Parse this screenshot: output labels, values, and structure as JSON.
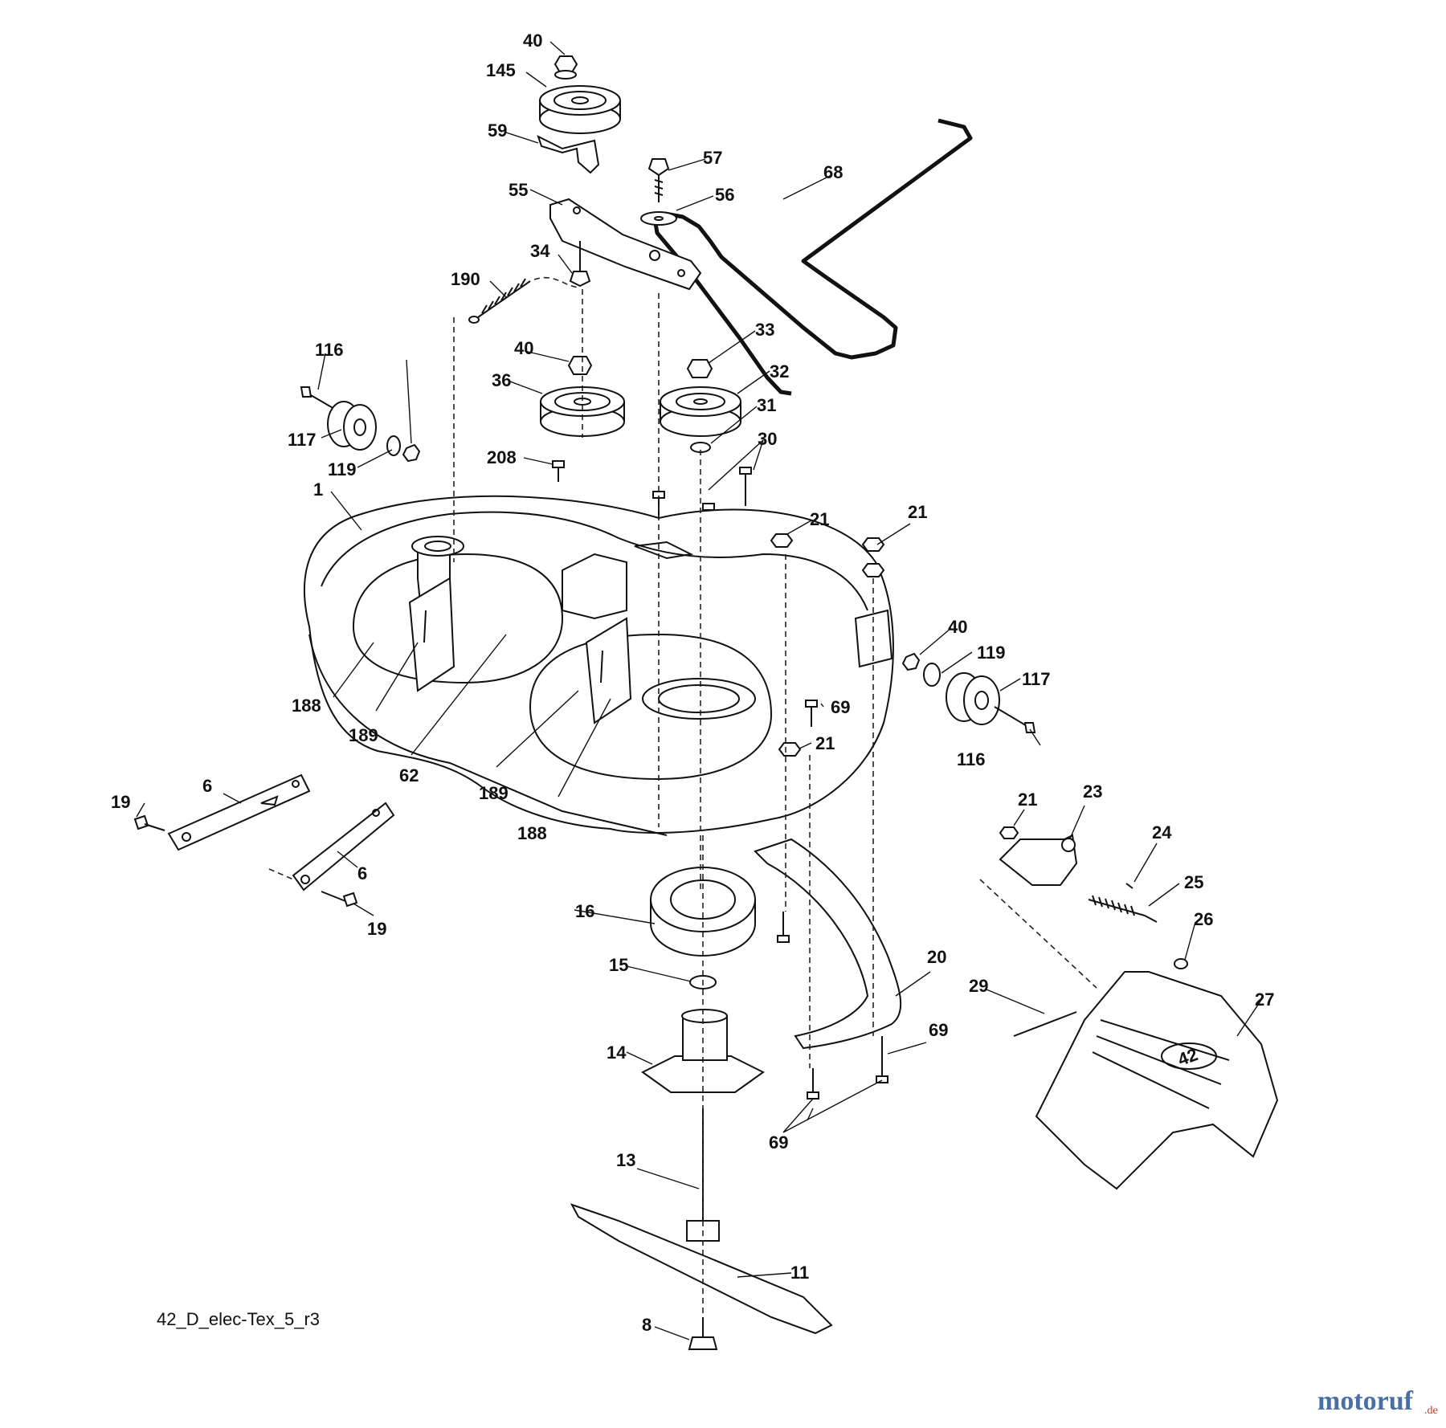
{
  "diagram_code": "42_D_elec-Tex_5_r3",
  "watermark": {
    "main": "motoruf",
    "suffix": ".de"
  },
  "colors": {
    "line": "#111111",
    "brand_red": "#c0392b",
    "brand_blue": "#4a6fa5"
  },
  "callouts": [
    "40",
    "145",
    "59",
    "57",
    "56",
    "68",
    "55",
    "34",
    "190",
    "33",
    "32",
    "31",
    "30",
    "116",
    "40",
    "36",
    "117",
    "119",
    "208",
    "1",
    "21",
    "21",
    "40",
    "119",
    "117",
    "188",
    "189",
    "62",
    "189",
    "188",
    "69",
    "21",
    "116",
    "6",
    "19",
    "6",
    "19",
    "21",
    "23",
    "24",
    "25",
    "26",
    "16",
    "15",
    "20",
    "29",
    "27",
    "69",
    "14",
    "69",
    "13",
    "11",
    "8",
    "42"
  ]
}
